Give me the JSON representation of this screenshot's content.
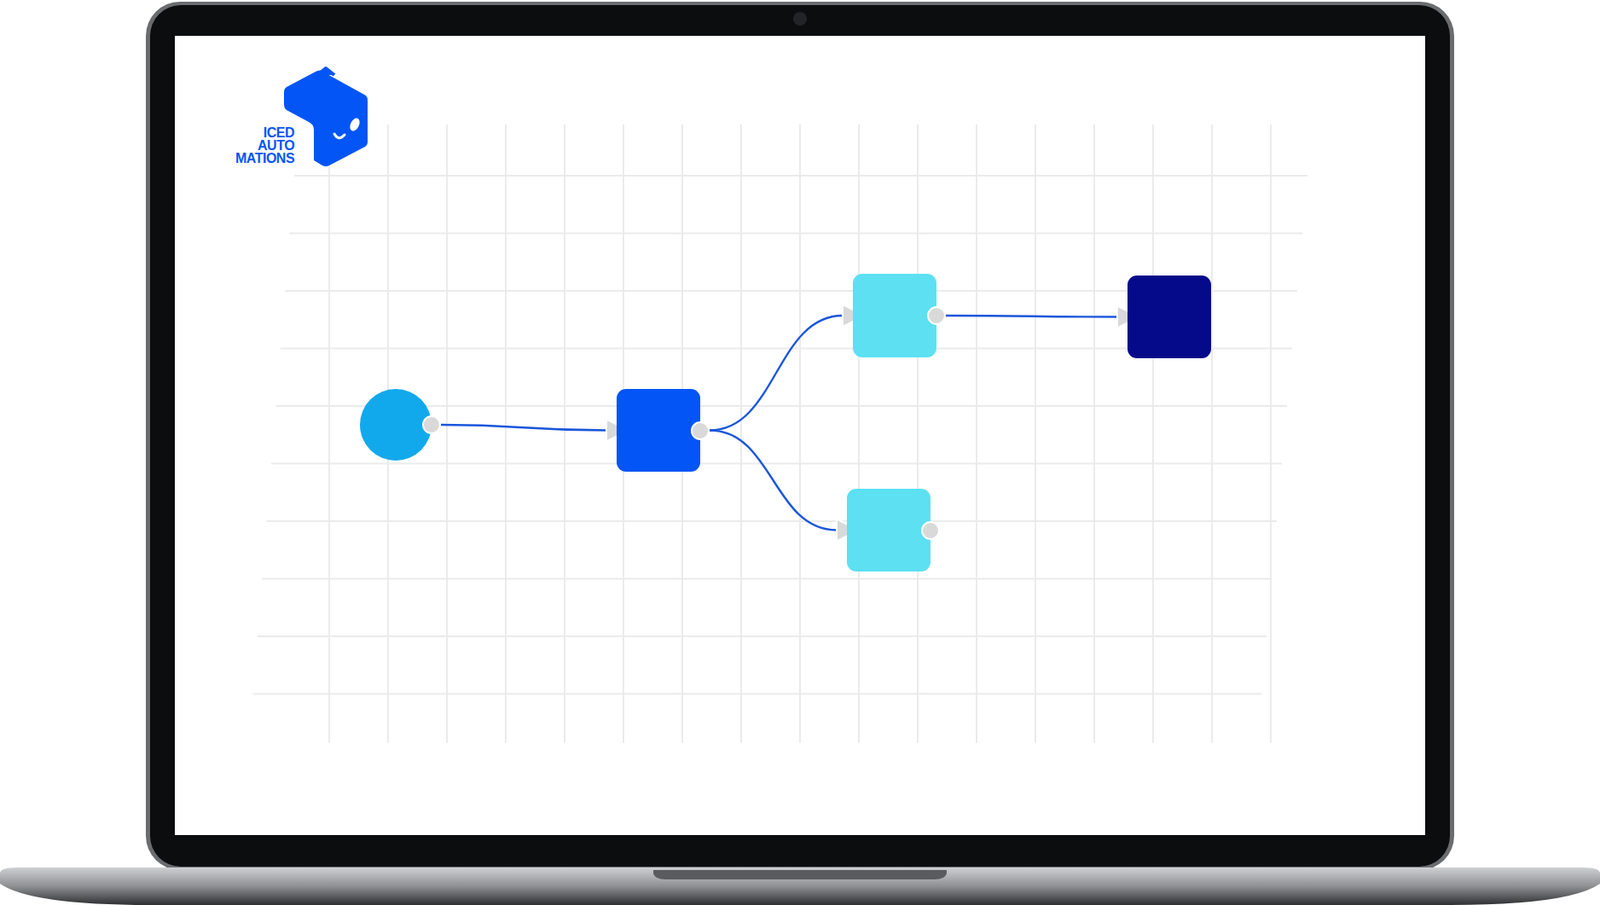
{
  "diagram": {
    "nodes": [
      {
        "text": []
      },
      {
        "text": []
      },
      {
        "text": []
      },
      {
        "text": []
      },
      {
        "text": []
      }
    ],
    "edges": [
      {
        "from": 0,
        "to": 1,
        "arrow": "to"
      },
      {
        "from": 1,
        "to": 2,
        "arrow": "to"
      },
      {
        "from": 1,
        "to": 3,
        "arrow": "to"
      },
      {
        "from": 2,
        "to": 4,
        "arrow": "to"
      }
    ],
    "labels": [
      "ICED AUTO MATIONS"
    ]
  }
}
